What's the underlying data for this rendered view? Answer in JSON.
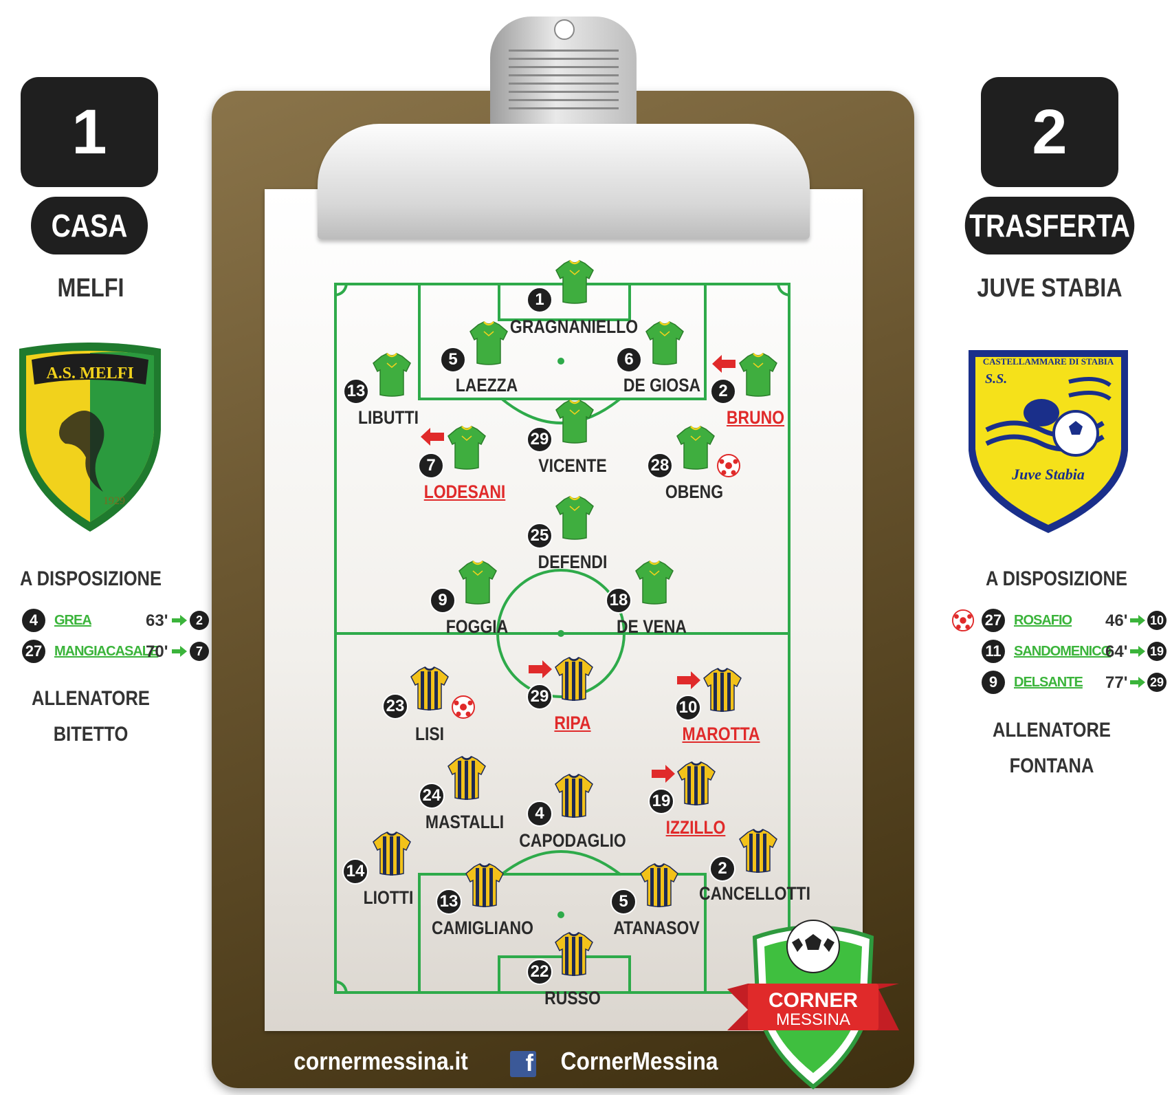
{
  "home": {
    "score": "1",
    "label": "CASA",
    "team": "MELFI",
    "crest_text": "A.S. MELFI",
    "crest_year": "1929",
    "bench_title": "A DISPOSIZIONE",
    "subs": [
      {
        "num": "4",
        "name": "GREA",
        "minute": "63'",
        "replaced": "2"
      },
      {
        "num": "27",
        "name": "MANGIACASALE",
        "minute": "70'",
        "replaced": "7"
      }
    ],
    "coach_title": "ALLENATORE",
    "coach": "BITETTO"
  },
  "away": {
    "score": "2",
    "label": "TRASFERTA",
    "team": "JUVE STABIA",
    "crest_text_top": "CASTELLAMMARE DI STABIA",
    "crest_ss": "S.S.",
    "crest_text": "Juve Stabia",
    "bench_title": "A DISPOSIZIONE",
    "subs": [
      {
        "num": "27",
        "name": "ROSAFIO",
        "minute": "46'",
        "replaced": "10"
      },
      {
        "num": "11",
        "name": "SANDOMENICO",
        "minute": "64'",
        "replaced": "19"
      },
      {
        "num": "9",
        "name": "DELSANTE",
        "minute": "77'",
        "replaced": "29"
      }
    ],
    "coach_title": "ALLENATORE",
    "coach": "FONTANA"
  },
  "home_players": [
    {
      "num": "1",
      "name": "GRAGNANIELLO"
    },
    {
      "num": "5",
      "name": "LAEZZA"
    },
    {
      "num": "6",
      "name": "DE GIOSA"
    },
    {
      "num": "13",
      "name": "LIBUTTI"
    },
    {
      "num": "2",
      "name": "BRUNO"
    },
    {
      "num": "29",
      "name": "VICENTE"
    },
    {
      "num": "7",
      "name": "LODESANI"
    },
    {
      "num": "28",
      "name": "OBENG"
    },
    {
      "num": "25",
      "name": "DEFENDI"
    },
    {
      "num": "9",
      "name": "FOGGIA"
    },
    {
      "num": "18",
      "name": "DE VENA"
    }
  ],
  "away_players": [
    {
      "num": "23",
      "name": "LISI"
    },
    {
      "num": "29",
      "name": "RIPA"
    },
    {
      "num": "10",
      "name": "MAROTTA"
    },
    {
      "num": "24",
      "name": "MASTALLI"
    },
    {
      "num": "4",
      "name": "CAPODAGLIO"
    },
    {
      "num": "19",
      "name": "IZZILLO"
    },
    {
      "num": "14",
      "name": "LIOTTI"
    },
    {
      "num": "2",
      "name": "CANCELLOTTI"
    },
    {
      "num": "13",
      "name": "CAMIGLIANO"
    },
    {
      "num": "5",
      "name": "ATANASOV"
    },
    {
      "num": "22",
      "name": "RUSSO"
    }
  ],
  "footer": {
    "site": "cornermessina.it",
    "fb_icon": "f",
    "social": "CornerMessina"
  },
  "logo": {
    "line1": "CORNER",
    "line2": "MESSINA"
  },
  "colors": {
    "home_jersey": "#3fae3f",
    "away_jersey_yellow": "#f2c21a",
    "away_jersey_navy": "#1e2a55",
    "field_lines": "#2eaa4a",
    "substitution_red": "#e02a2a",
    "bench_green": "#3bb43b"
  }
}
